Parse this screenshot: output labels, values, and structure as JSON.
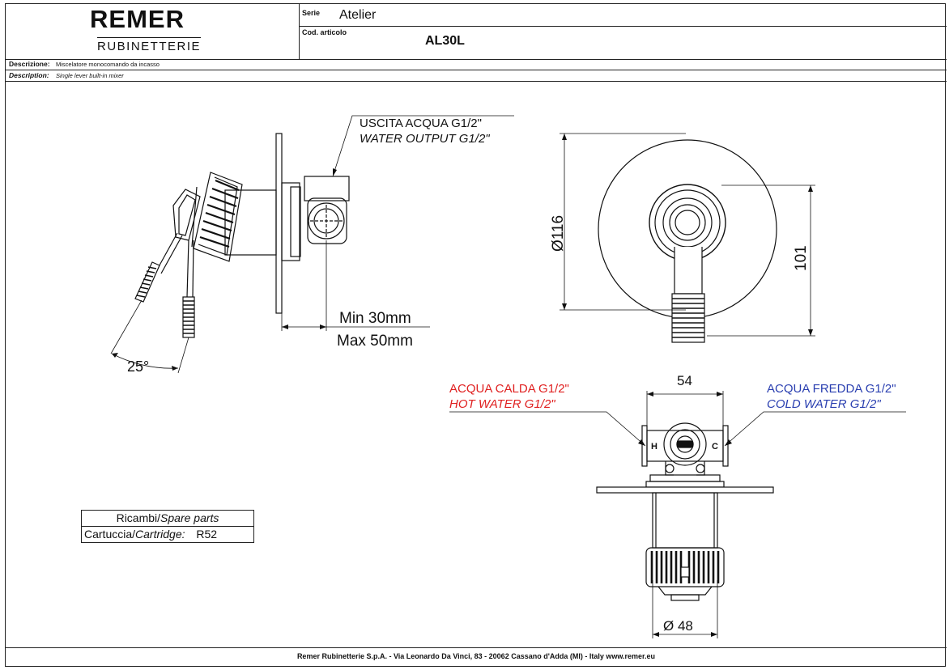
{
  "header": {
    "brand": "REMER",
    "brand_sub": "RUBINETTERIE",
    "serie_label": "Serie",
    "serie_value": "Atelier",
    "code_label": "Cod. articolo",
    "code_value": "AL30L"
  },
  "description": {
    "it_label": "Descrizione:",
    "it_value": "Miscelatore monocomando da incasso",
    "en_label": "Description:",
    "en_value": "Single lever built-in mixer"
  },
  "drawing": {
    "water_output_it": "USCITA ACQUA G1/2\"",
    "water_output_en": "WATER OUTPUT G1/2\"",
    "min_depth": "Min 30mm",
    "max_depth": "Max 50mm",
    "angle": "25°",
    "diameter_plate": "Ø116",
    "height_101": "101",
    "width_54": "54",
    "diameter_48": "Ø 48",
    "hot_it": "ACQUA CALDA G1/2\"",
    "hot_en": "HOT WATER G1/2\"",
    "cold_it": "ACQUA FREDDA G1/2\"",
    "cold_en": "COLD WATER G1/2\"",
    "hot_letter": "H",
    "cold_letter": "C"
  },
  "spare_parts": {
    "title_it": "Ricambi/",
    "title_en": "Spare parts",
    "cartridge_it": "Cartuccia/",
    "cartridge_en": "Cartridge:",
    "cartridge_code": "R52"
  },
  "footer": {
    "text": "Remer Rubinetterie S.p.A. - Via Leonardo Da Vinci, 83 - 20062 Cassano d'Adda (MI) - Italy www.remer.eu"
  },
  "colors": {
    "hot": "#e02020",
    "cold": "#2a3fb0",
    "line": "#111111"
  }
}
